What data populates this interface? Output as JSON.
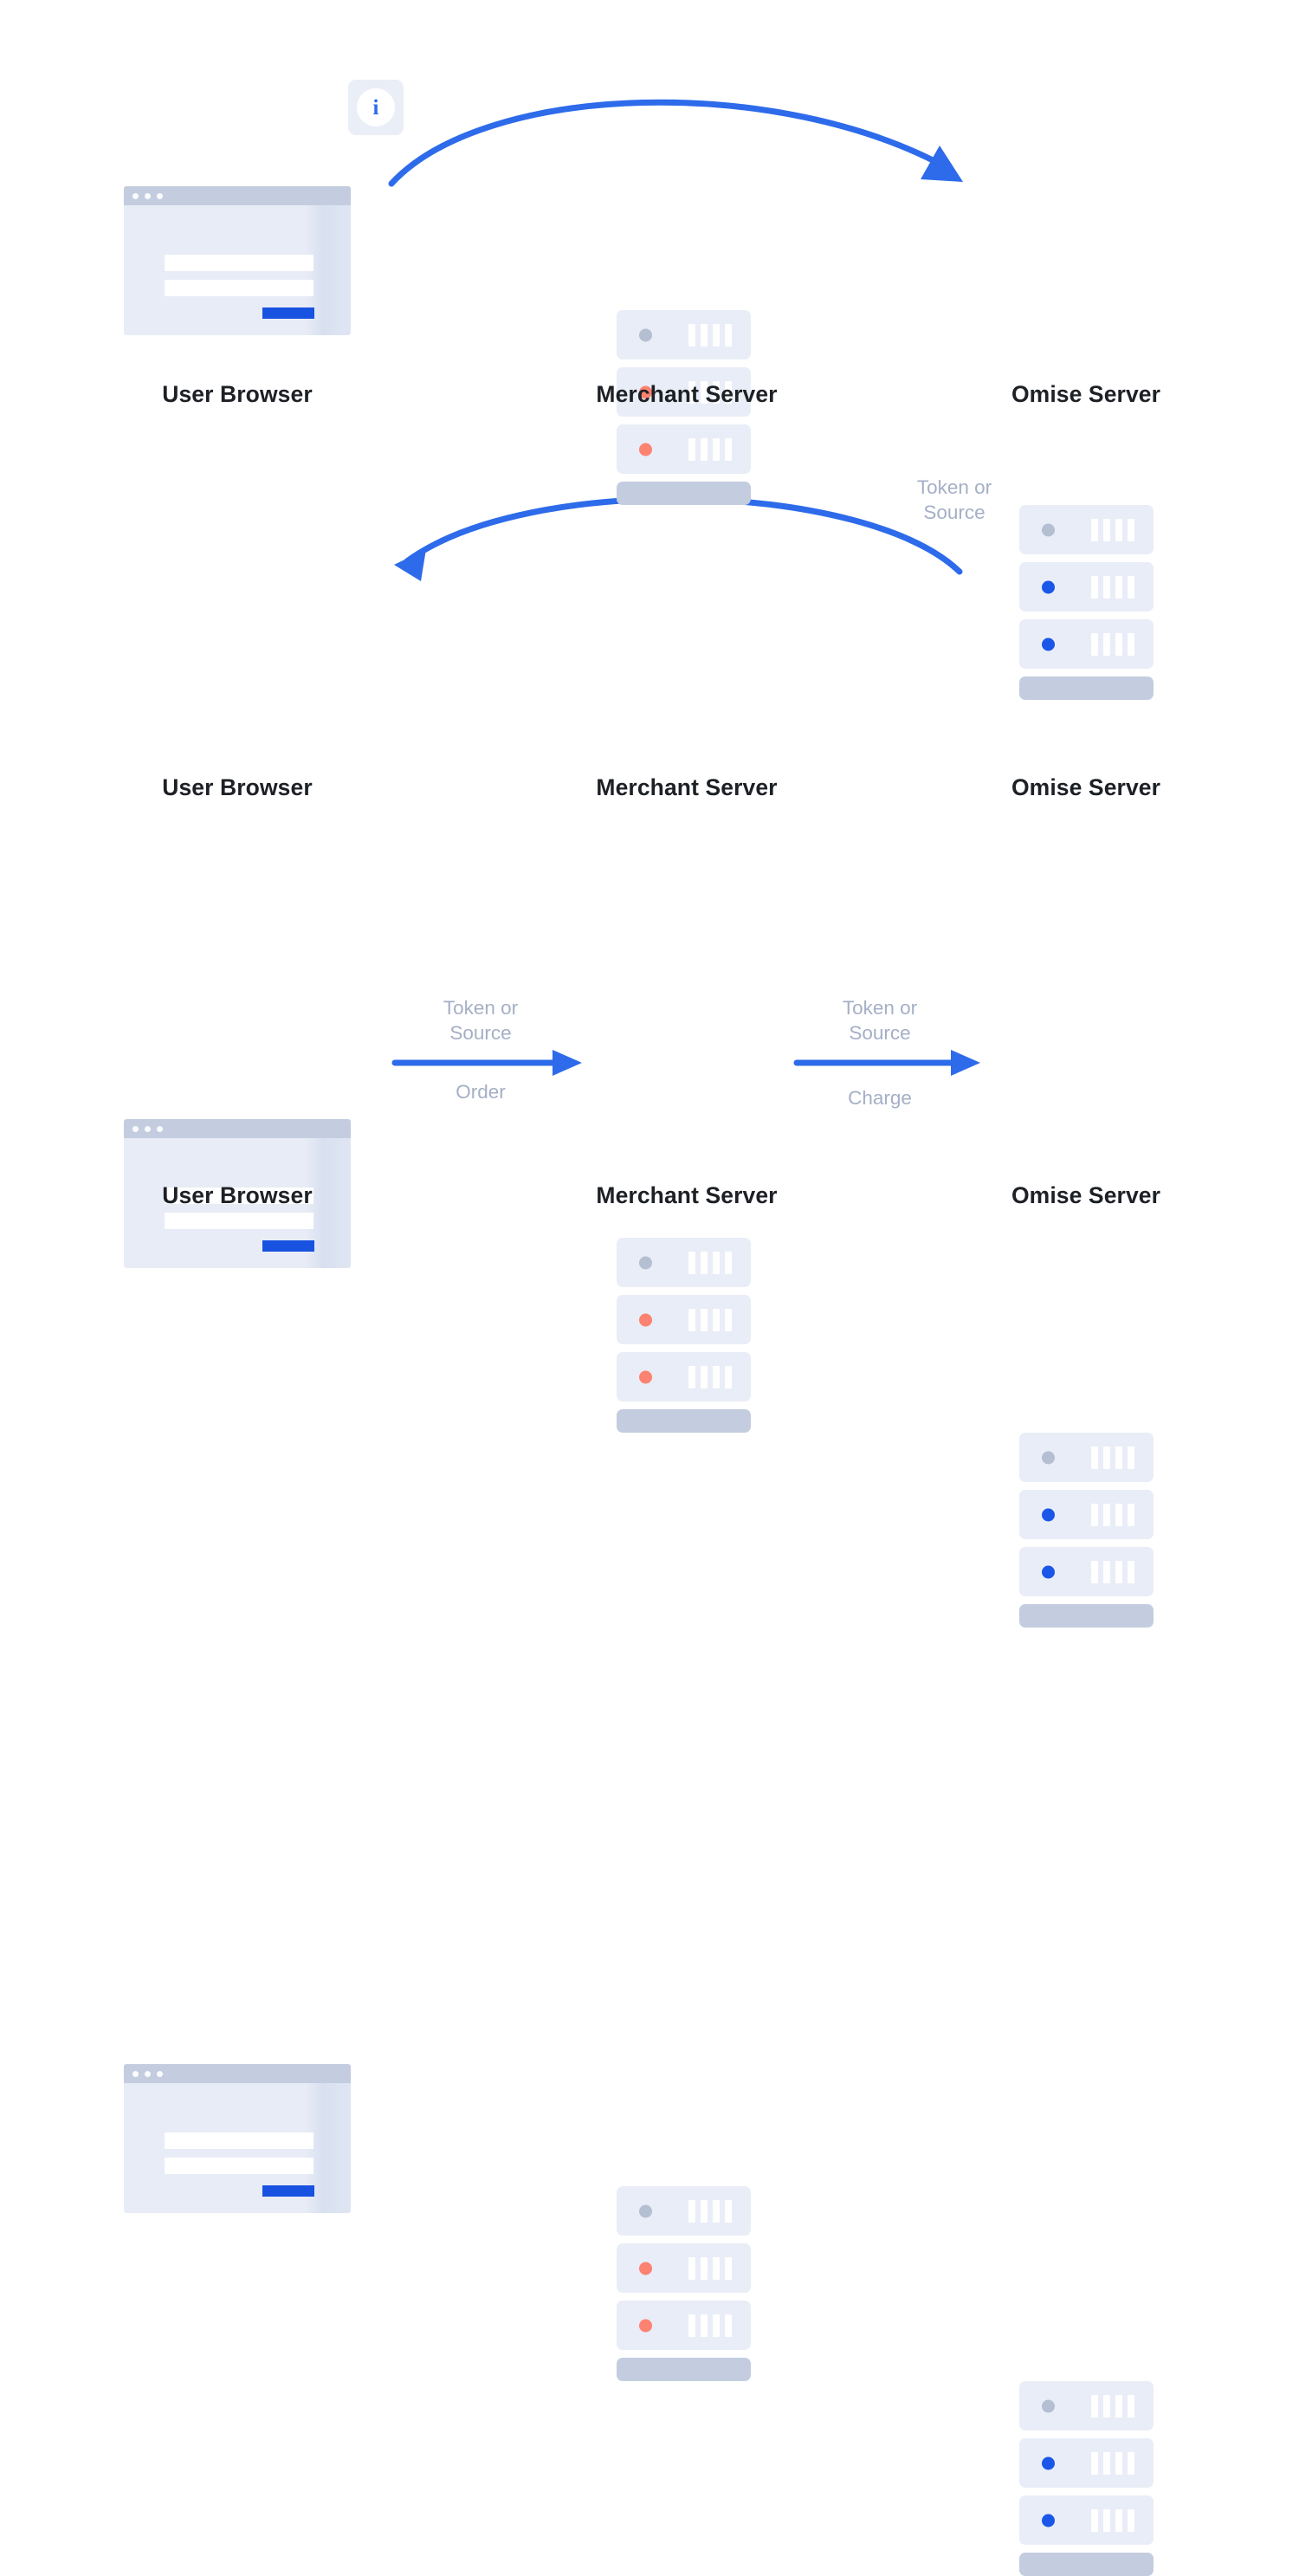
{
  "diagram": {
    "title": "Omise payment flow diagram",
    "background": "#ffffff",
    "colors": {
      "accent_blue": "#1a57e8",
      "arrow_blue": "#2d6bea",
      "label_grey": "#a5afc6",
      "caption_dark": "#1d2025",
      "panel_light": "#e9edf7",
      "panel_bar": "#c3cddf",
      "led_red": "#fc8271",
      "led_grey": "#b4bfd2"
    },
    "info_badge": {
      "icon": "info-icon",
      "glyph": "i"
    },
    "rows": [
      {
        "id": "row-1",
        "nodes": [
          {
            "type": "browser",
            "caption": "User Browser"
          },
          {
            "type": "server",
            "caption": "Merchant Server",
            "leds": [
              "grey",
              "red",
              "red"
            ]
          },
          {
            "type": "server",
            "caption": "Omise Server",
            "leds": [
              "grey",
              "blue",
              "blue"
            ]
          }
        ],
        "connections": [
          {
            "id": "arc-browser-to-omise",
            "from": "User Browser",
            "to": "Omise Server",
            "direction": "right",
            "shape": "arc",
            "labels": []
          }
        ]
      },
      {
        "id": "row-2",
        "nodes": [
          {
            "type": "browser",
            "caption": "User Browser"
          },
          {
            "type": "server",
            "caption": "Merchant Server",
            "leds": [
              "grey",
              "red",
              "red"
            ]
          },
          {
            "type": "server",
            "caption": "Omise Server",
            "leds": [
              "grey",
              "blue",
              "blue"
            ]
          }
        ],
        "connections": [
          {
            "id": "arc-omise-to-browser",
            "from": "Omise Server",
            "to": "User Browser",
            "direction": "left",
            "shape": "arc",
            "labels": [
              "Token or\nSource"
            ]
          }
        ]
      },
      {
        "id": "row-3",
        "nodes": [
          {
            "type": "browser",
            "caption": "User Browser"
          },
          {
            "type": "server",
            "caption": "Merchant Server",
            "leds": [
              "grey",
              "red",
              "red"
            ]
          },
          {
            "type": "server",
            "caption": "Omise Server",
            "leds": [
              "grey",
              "blue",
              "blue"
            ]
          }
        ],
        "connections": [
          {
            "id": "arrow-browser-to-merchant",
            "from": "User Browser",
            "to": "Merchant Server",
            "direction": "right",
            "shape": "straight",
            "label_above": "Token or\nSource",
            "label_below": "Order"
          },
          {
            "id": "arrow-merchant-to-omise",
            "from": "Merchant Server",
            "to": "Omise Server",
            "direction": "right",
            "shape": "straight",
            "label_above": "Token or\nSource",
            "label_below": "Charge"
          }
        ]
      }
    ],
    "captions": {
      "user_browser": "User Browser",
      "merchant_server": "Merchant Server",
      "omise_server": "Omise Server"
    },
    "labels": {
      "token_or_source": "Token or\nSource",
      "order": "Order",
      "charge": "Charge"
    }
  }
}
